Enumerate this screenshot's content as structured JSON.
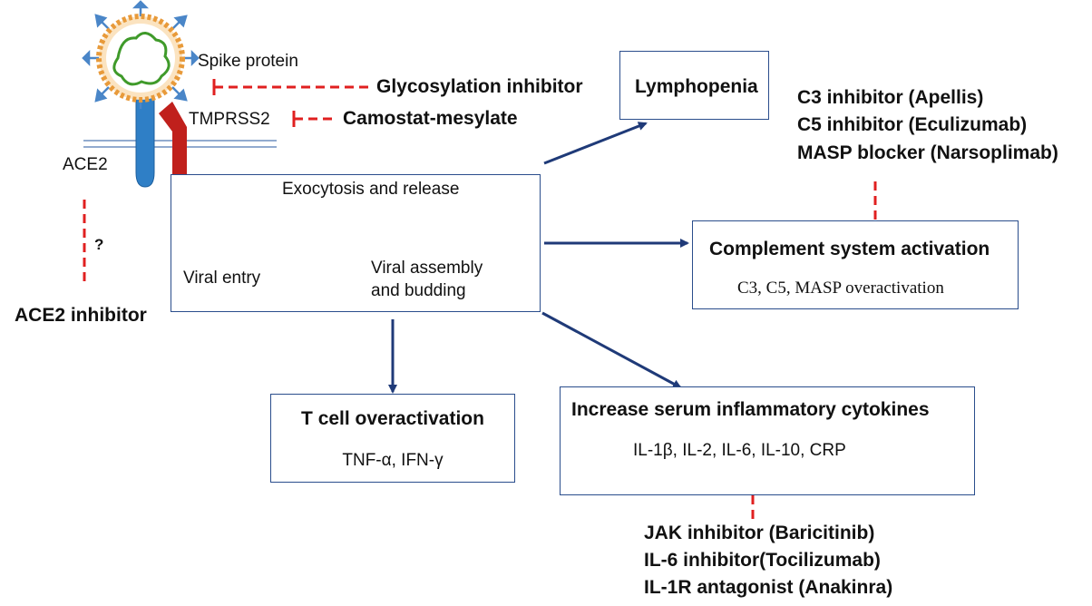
{
  "colors": {
    "arrow": "#1f3a78",
    "box_border": "#2a4d8c",
    "inhibit": "#e02020",
    "receptor_ace2": "#2f7fc6",
    "receptor_tmprss2": "#c0201c",
    "virus_shell": "#e89a3a",
    "virus_rna": "#3f9a2a",
    "virus_spike": "#4a86c8"
  },
  "labels": {
    "spike_protein": "Spike protein",
    "tmprss2": "TMPRSS2",
    "ace2": "ACE2",
    "question": "?",
    "ace2_inhibitor": "ACE2 inhibitor",
    "glycosylation_inhibitor": "Glycosylation inhibitor",
    "camostat": "Camostat-mesylate"
  },
  "cell_box": {
    "exocytosis": "Exocytosis and release",
    "viral_entry": "Viral entry",
    "viral_assembly_line1": "Viral assembly",
    "viral_assembly_line2": "and budding"
  },
  "lymphopenia": {
    "title": "Lymphopenia"
  },
  "complement_inhibitors": [
    "C3 inhibitor (Apellis)",
    "C5 inhibitor (Eculizumab)",
    "MASP blocker (Narsoplimab)"
  ],
  "complement": {
    "title": "Complement system activation",
    "detail": "C3, C5, MASP overactivation"
  },
  "tcell": {
    "title": "T cell overactivation",
    "detail": "TNF-α, IFN-γ"
  },
  "cytokines": {
    "title": "Increase serum inflammatory cytokines",
    "detail": "IL-1β, IL-2, IL-6, IL-10, CRP"
  },
  "cytokine_inhibitors": [
    "JAK inhibitor (Baricitinib)",
    "IL-6 inhibitor(Tocilizumab)",
    "IL-1R antagonist (Anakinra)"
  ]
}
